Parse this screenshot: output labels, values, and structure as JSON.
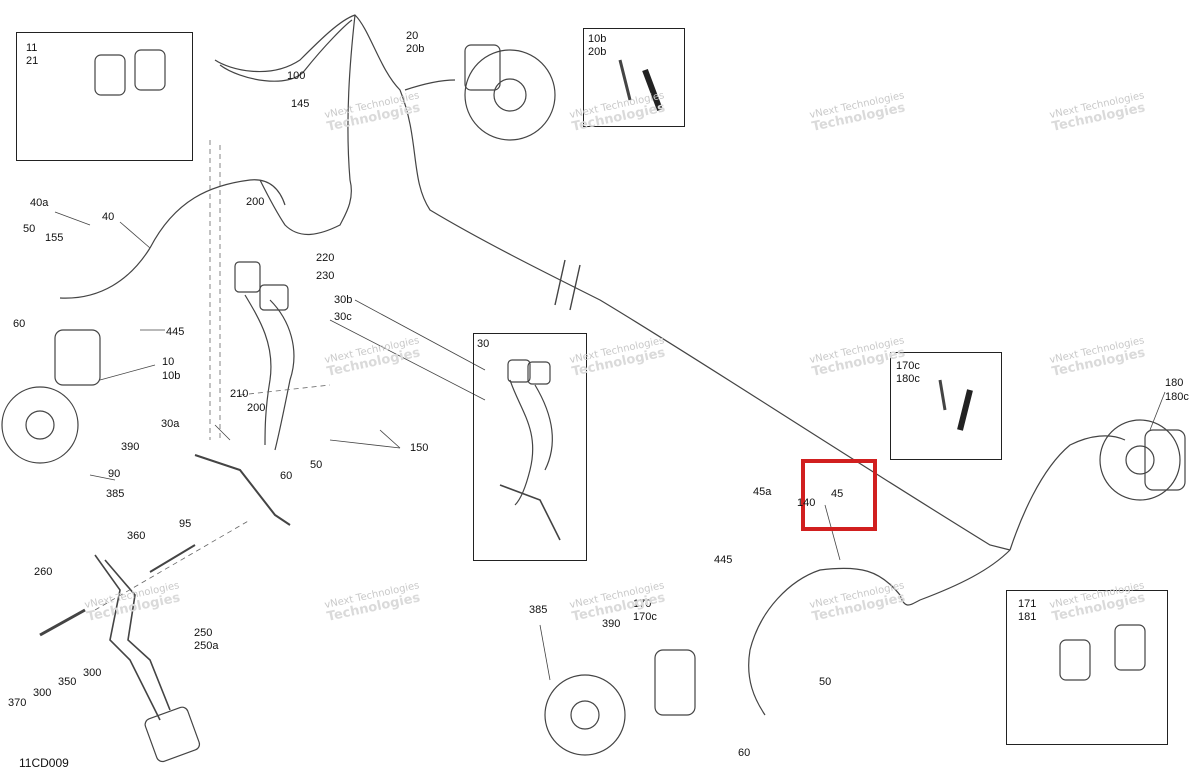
{
  "diagram_id": "11CD009",
  "highlight": {
    "label": "45",
    "color": "#d11f1f"
  },
  "boxes": {
    "front_pads": [
      "11",
      "21"
    ],
    "bleeder_front": [
      "10b",
      "20b"
    ],
    "master_cylinder": [
      "30"
    ],
    "bleeder_rear": [
      "170c",
      "180c"
    ],
    "rear_pads": [
      "171",
      "181"
    ]
  },
  "callouts": [
    "20",
    "20b",
    "100",
    "145",
    "40a",
    "40",
    "50",
    "155",
    "60",
    "200",
    "220",
    "230",
    "30b",
    "30c",
    "445",
    "10",
    "10b",
    "210",
    "200",
    "150",
    "390",
    "30a",
    "90",
    "60",
    "50",
    "385",
    "95",
    "360",
    "260",
    "250",
    "250a",
    "370",
    "300",
    "350",
    "300",
    "180",
    "180c",
    "45a",
    "140",
    "45",
    "445",
    "385",
    "390",
    "170",
    "170c",
    "60",
    "50"
  ],
  "watermark": {
    "line1": "vNext Technologies",
    "line2": "Technologies"
  }
}
